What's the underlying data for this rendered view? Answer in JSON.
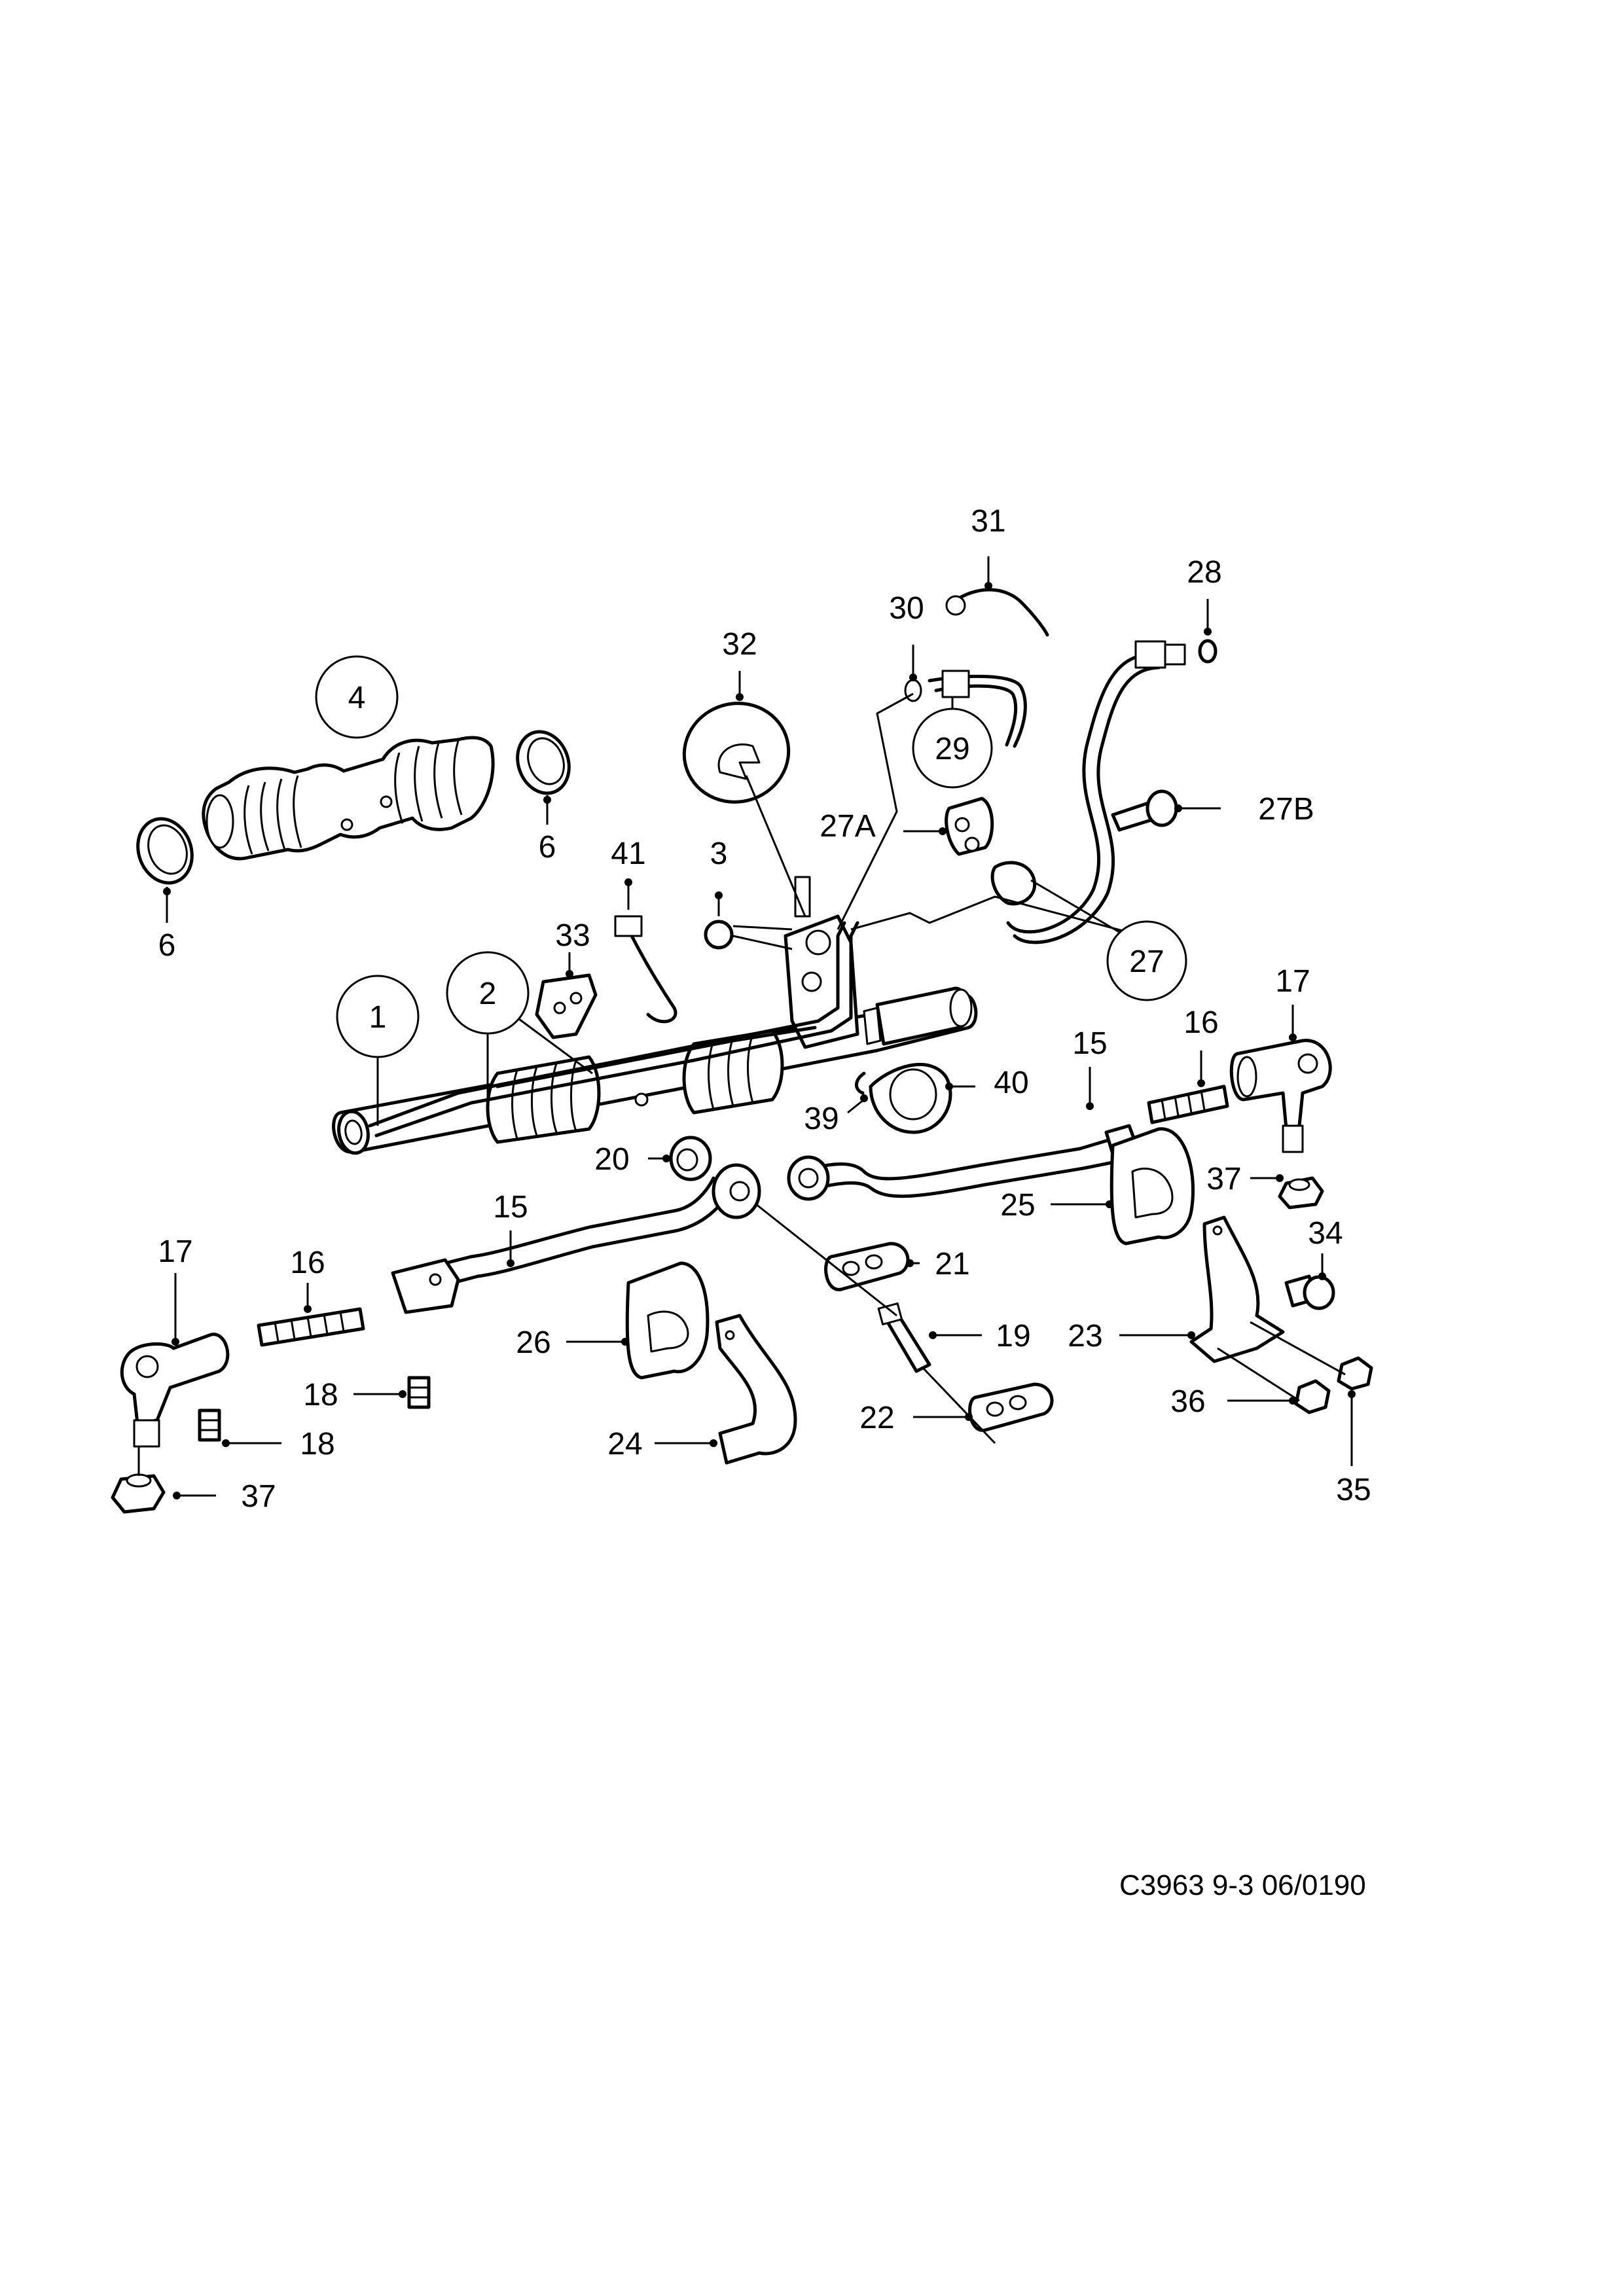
{
  "callouts": {
    "c1": "1",
    "c2": "2",
    "c3": "3",
    "c4": "4",
    "c6a": "6",
    "c6b": "6",
    "c15a": "15",
    "c15b": "15",
    "c16a": "16",
    "c16b": "16",
    "c17a": "17",
    "c17b": "17",
    "c18a": "18",
    "c18b": "18",
    "c19": "19",
    "c20": "20",
    "c21": "21",
    "c22": "22",
    "c23": "23",
    "c24": "24",
    "c25": "25",
    "c26": "26",
    "c27": "27",
    "c27a": "27A",
    "c27b": "27B",
    "c28": "28",
    "c29": "29",
    "c30": "30",
    "c31": "31",
    "c32": "32",
    "c33": "33",
    "c34": "34",
    "c35": "35",
    "c36": "36",
    "c37a": "37",
    "c37b": "37",
    "c39": "39",
    "c40": "40",
    "c41": "41"
  },
  "drawing_code": "C3963 9-3 06/0190"
}
